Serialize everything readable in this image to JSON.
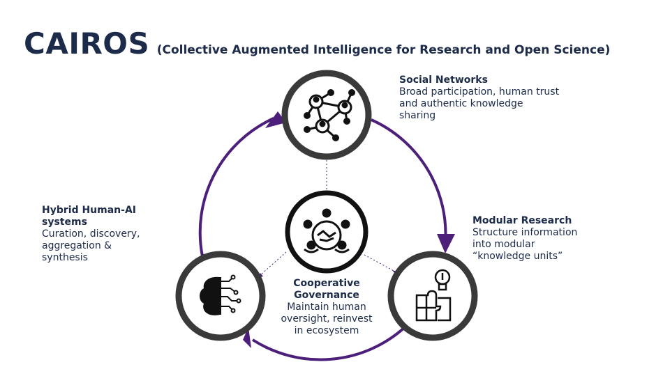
{
  "title": {
    "main": "CAIROS",
    "subtitle": "(Collective Augmented Intelligence for Research and Open Science)"
  },
  "nodes": {
    "social": {
      "heading": "Social Networks",
      "description": "Broad participation, human trust\nand authentic knowledge\nsharing",
      "icon": "network-people-icon"
    },
    "modular": {
      "heading": "Modular Research",
      "description": "Structure information\ninto modular\n“knowledge units”",
      "icon": "puzzle-lightbulb-icon"
    },
    "hybrid": {
      "heading": "Hybrid Human-AI\nsystems",
      "description": "Curation, discovery,\naggregation &\nsynthesis",
      "icon": "brain-circuit-icon"
    },
    "governance": {
      "heading": "Cooperative\nGovernance",
      "description": "Maintain human\noversight, reinvest\nin ecosystem",
      "icon": "handshake-group-icon"
    }
  },
  "colors": {
    "text": "#1c2b4a",
    "ring": "#3a3a3a",
    "arrow": "#4b1f7a"
  }
}
